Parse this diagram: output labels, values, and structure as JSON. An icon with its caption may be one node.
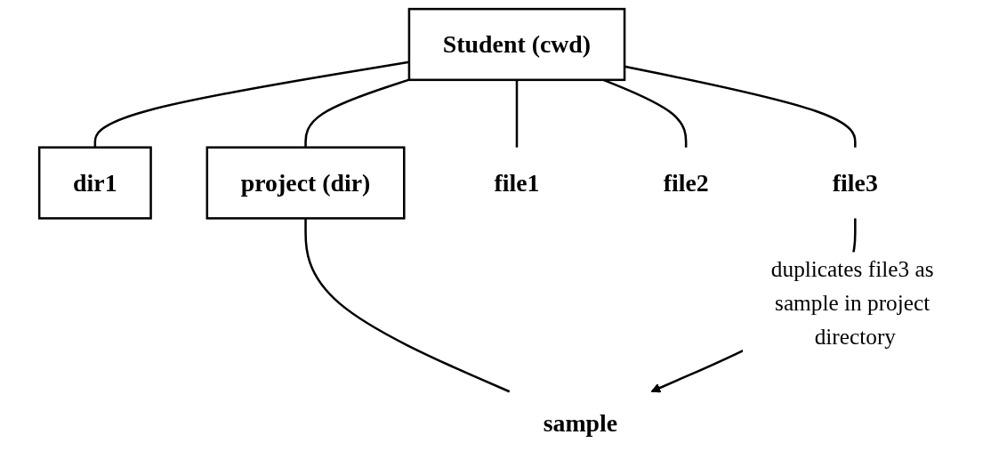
{
  "diagram": {
    "nodes": [
      {
        "text": [
          "Student (cwd)"
        ]
      },
      {
        "text": [
          "dir1"
        ]
      },
      {
        "text": [
          "project (dir)"
        ]
      },
      {
        "text": [
          "file1"
        ]
      },
      {
        "text": [
          "file2"
        ]
      },
      {
        "text": [
          "file3"
        ]
      },
      {
        "text": [
          "sample"
        ]
      }
    ],
    "edges": [
      {
        "from": 0,
        "to": 1,
        "arrow": "none"
      },
      {
        "from": 0,
        "to": 2,
        "arrow": "none"
      },
      {
        "from": 0,
        "to": 3,
        "arrow": "none"
      },
      {
        "from": 0,
        "to": 4,
        "arrow": "none"
      },
      {
        "from": 0,
        "to": 5,
        "arrow": "none"
      },
      {
        "from": 2,
        "to": 6,
        "arrow": "none"
      },
      {
        "from": 5,
        "to": 6,
        "arrow": "to",
        "label": "duplicates file3 as sample in project directory"
      }
    ]
  }
}
